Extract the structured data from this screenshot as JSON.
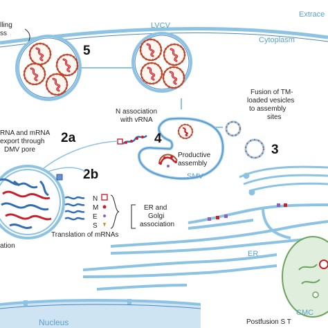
{
  "labels": {
    "extracellular": "Extrace",
    "cytoplasm": "Cytoplasm",
    "lvcv": "LVCV",
    "budding_top": "lling",
    "budding_bottom": "ss",
    "step5": "5",
    "step4": "4",
    "step3": "3",
    "step2a": "2a",
    "step2b": "2b",
    "n_assoc_1": "N association",
    "n_assoc_2": "with vRNA",
    "fusion_1": "Fusion of TM-",
    "fusion_2": "loaded vesicles",
    "fusion_3": "to assembly",
    "fusion_4": "sites",
    "rna_1": "RNA and mRNA",
    "rna_2": "export through",
    "rna_3": "DMV pore",
    "productive_1": "Productive",
    "productive_2": "assembly",
    "smv": "SMV",
    "prot_n": "N",
    "prot_m": "M",
    "prot_e": "E",
    "prot_s": "S",
    "er_golgi_1": "ER and",
    "er_golgi_2": "Golgi",
    "er_golgi_3": "association",
    "translation": "Translation of mRNAs",
    "ation": "ation",
    "er": "ER",
    "nucleus": "Nucleus",
    "cmc": "CMC",
    "postfusion": "Postfusion S T"
  },
  "colors": {
    "membrane": "#8cc3e3",
    "membrane_dark": "#4a86c4",
    "nucleus_fill": "#cfe4f2",
    "rna_blue": "#2f6db5",
    "rna_red": "#c8202a",
    "virion_ring": "#b04a2a",
    "virion_dots": "#d03a2a",
    "cmc_fill": "#dfeedd",
    "cmc_stroke": "#6aa35a"
  }
}
